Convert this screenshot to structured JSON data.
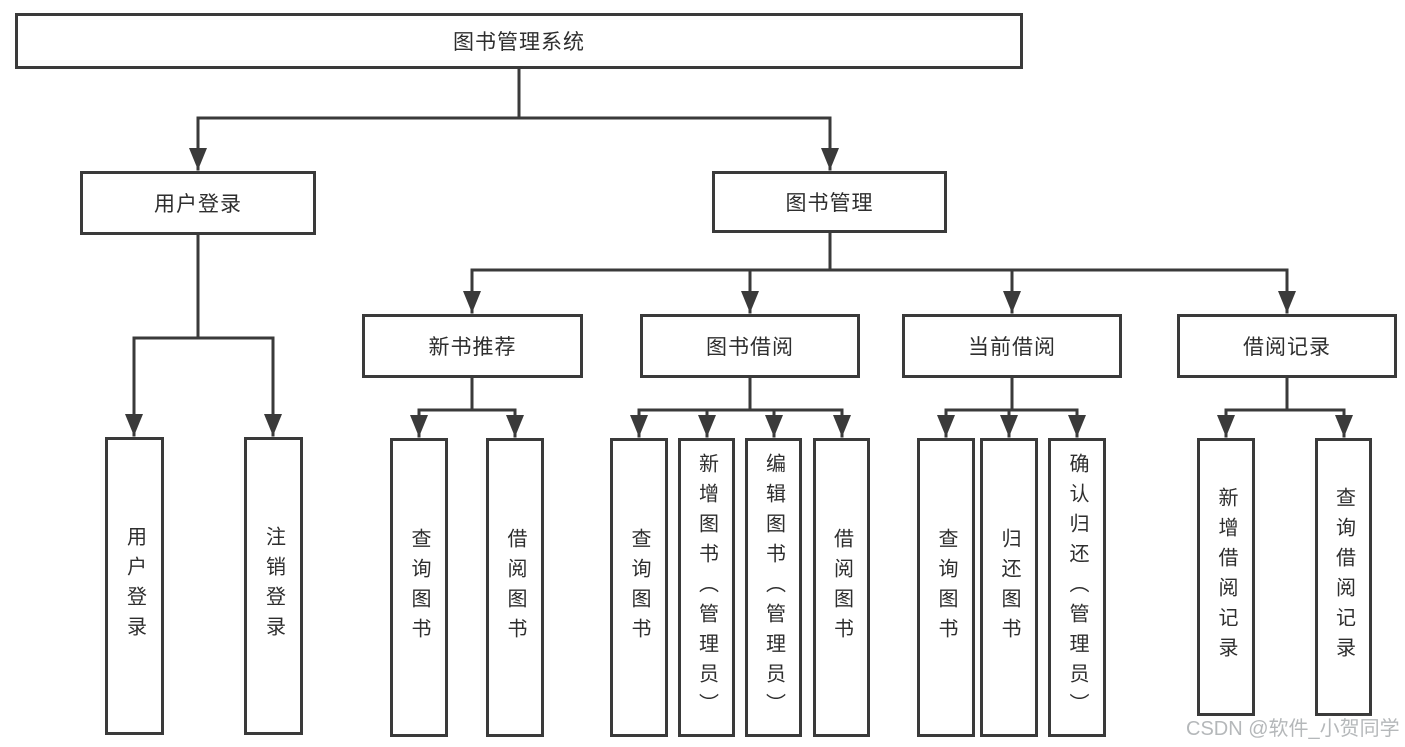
{
  "diagram": {
    "root": {
      "label": "图书管理系统"
    },
    "user_login": {
      "label": "用户登录",
      "children": {
        "login": "用户登录",
        "logout": "注销登录"
      }
    },
    "book_management": {
      "label": "图书管理"
    },
    "new_book_recommend": {
      "label": "新书推荐",
      "children": {
        "query": "查询图书",
        "borrow": "借阅图书"
      }
    },
    "book_borrowing": {
      "label": "图书借阅",
      "children": {
        "query": "查询图书",
        "add_admin": "新增图书（管理员）",
        "edit_admin": "编辑图书（管理员）",
        "borrow": "借阅图书"
      }
    },
    "current_borrowing": {
      "label": "当前借阅",
      "children": {
        "query": "查询图书",
        "return": "归还图书",
        "confirm_admin": "确认归还（管理员）"
      }
    },
    "borrow_records": {
      "label": "借阅记录",
      "children": {
        "add": "新增借阅记录",
        "query": "查询借阅记录"
      }
    }
  },
  "watermark": {
    "text": "CSDN @软件_小贺同学"
  },
  "colors": {
    "line-color": "#3a3a3a",
    "text-color": "#2e2e2e",
    "watermark-color": "#b5b8ba",
    "bg-color": "#ffffff"
  }
}
